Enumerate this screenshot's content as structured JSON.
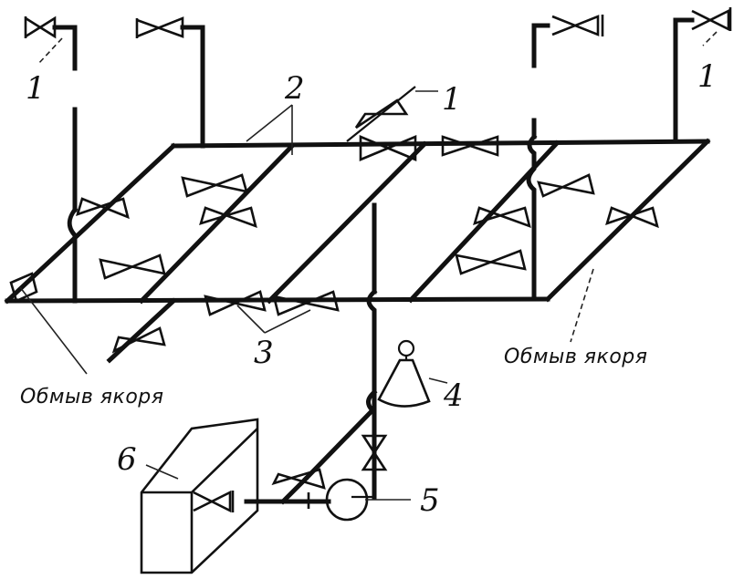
{
  "labels": {
    "n1": "1",
    "n2": "2",
    "n3": "3",
    "n4": "4",
    "n5": "5",
    "n6": "6",
    "anchor_wash": "Обмыв якоря"
  }
}
